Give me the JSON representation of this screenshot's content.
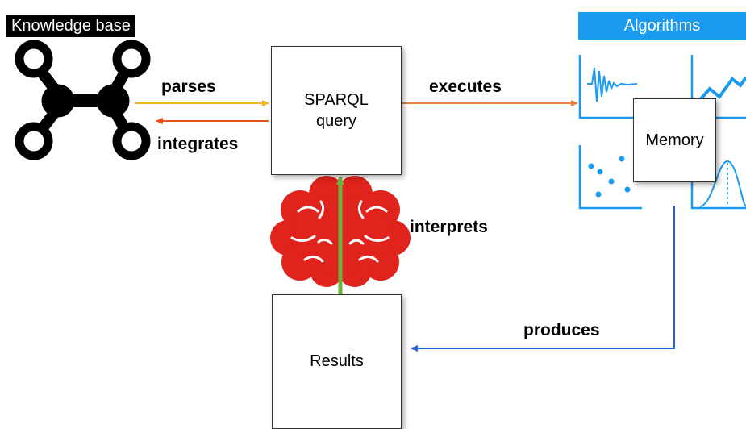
{
  "knowledge_base": {
    "title": "Knowledge base",
    "icon": "graph-network-icon"
  },
  "algorithms": {
    "title": "Algorithms",
    "panels": [
      "decaying-wave-icon",
      "trend-line-icon",
      "scatter-plot-icon",
      "bell-curve-icon"
    ],
    "color": "#1a9bf0"
  },
  "sparql_box": {
    "line1": "SPARQL",
    "line2": "query"
  },
  "memory_box": {
    "label": "Memory"
  },
  "results_box": {
    "label": "Results"
  },
  "brain": {
    "icon": "brain-icon",
    "color": "#e0231c"
  },
  "edges": {
    "parses": {
      "label": "parses",
      "color": "#f5b324"
    },
    "integrates": {
      "label": "integrates",
      "color": "#e8501c"
    },
    "executes": {
      "label": "executes",
      "color": "#f07d3c"
    },
    "interprets": {
      "label": "interprets",
      "color": "#6db33f"
    },
    "produces": {
      "label": "produces",
      "color": "#1f5fd9"
    }
  }
}
